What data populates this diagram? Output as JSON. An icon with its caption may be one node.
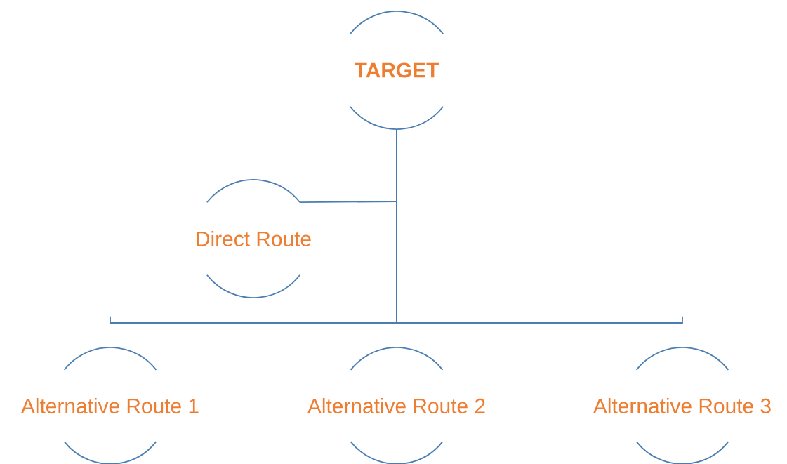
{
  "diagram": {
    "nodes": [
      {
        "text": [
          "**TARGET**"
        ]
      },
      {
        "text": [
          "Direct Route"
        ]
      },
      {
        "text": [
          "Alternative Route 1"
        ]
      },
      {
        "text": [
          "Alternative Route 2"
        ]
      },
      {
        "text": [
          "Alternative Route 3"
        ]
      }
    ],
    "edges": [
      {
        "from": 0,
        "to": 1,
        "arrow": "none"
      },
      {
        "from": 0,
        "to": 2,
        "arrow": "none"
      },
      {
        "from": 0,
        "to": 3,
        "arrow": "none"
      },
      {
        "from": 0,
        "to": 4,
        "arrow": "none"
      }
    ]
  }
}
